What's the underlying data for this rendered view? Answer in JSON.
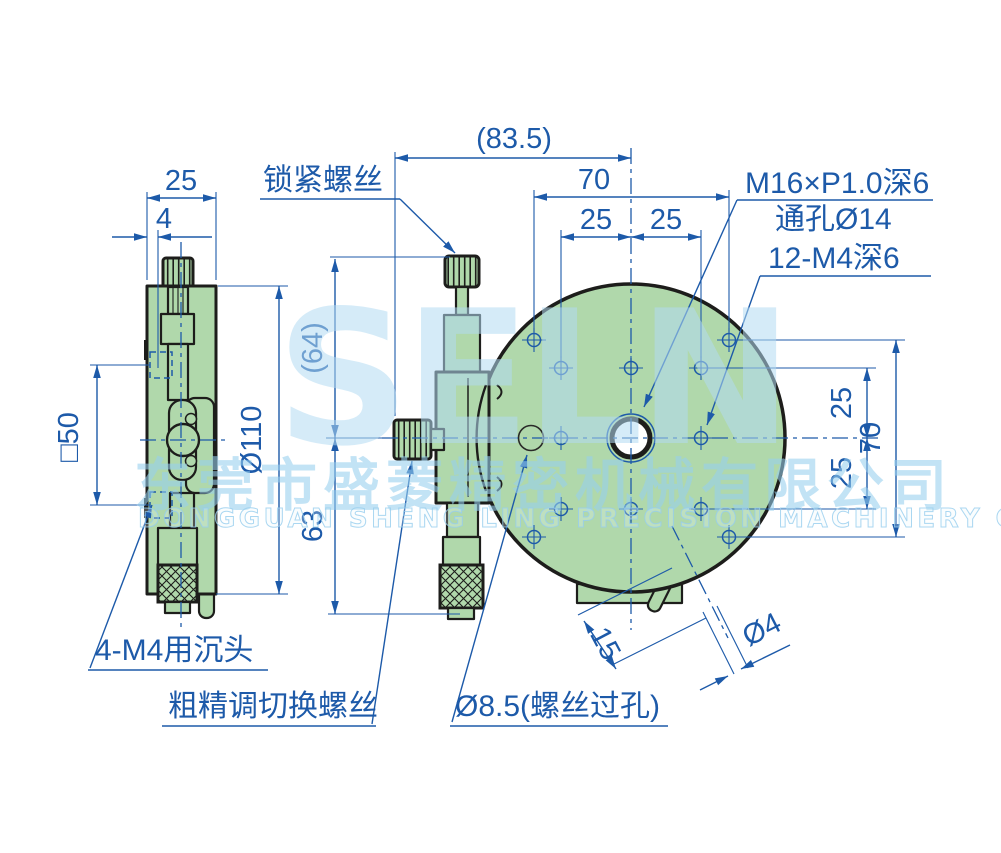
{
  "watermark": {
    "logo": "SELN",
    "company_cn": "东莞市盛菱精密机械有限公司",
    "company_en": "DONGGUAN SHENG LING PRECISION MACHINERY CO., LTD."
  },
  "labels": {
    "lock_screw": "锁紧螺丝",
    "countersunk_holes": "4-M4用沉头",
    "coarse_fine_switch": "粗精调切换螺丝",
    "center_thread": "M16×P1.0深6",
    "center_through_hole": "通孔Ø14",
    "m4_tapped_holes": "12-M4深6",
    "screw_pass_hole": "Ø8.5(螺丝过孔)"
  },
  "dims": {
    "overall_depth": "(83.5)",
    "hole_span_h": "70",
    "hole_pitch_h1": "25",
    "hole_pitch_h2": "25",
    "body_width": "25",
    "plate_offset": "4",
    "mount_square": "□50",
    "stage_diameter": "Ø110",
    "upper_height": "(64)",
    "lower_height": "63",
    "hole_pitch_v1": "25",
    "hole_pitch_v2": "25",
    "hole_span_v": "70",
    "handle_length": "15",
    "handle_diameter": "Ø4"
  },
  "colors": {
    "dimension_blue": "#1d5aa9",
    "outline_dark": "#1d1d1b",
    "body_green": "#b0d8ab",
    "watermark_blue": "#96cfec",
    "background": "#ffffff"
  }
}
